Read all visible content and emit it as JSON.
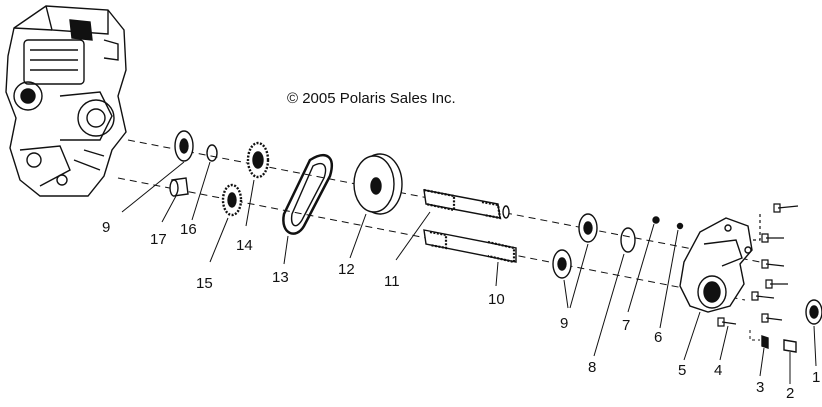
{
  "copyright": "© 2005 Polaris Sales Inc.",
  "callouts": {
    "n1": "1",
    "n2": "2",
    "n3": "3",
    "n4": "4",
    "n5": "5",
    "n6": "6",
    "n7": "7",
    "n8": "8",
    "n9a": "9",
    "n9b": "9",
    "n10": "10",
    "n11": "11",
    "n12": "12",
    "n13": "13",
    "n14": "14",
    "n15": "15",
    "n16": "16",
    "n17": "17"
  }
}
